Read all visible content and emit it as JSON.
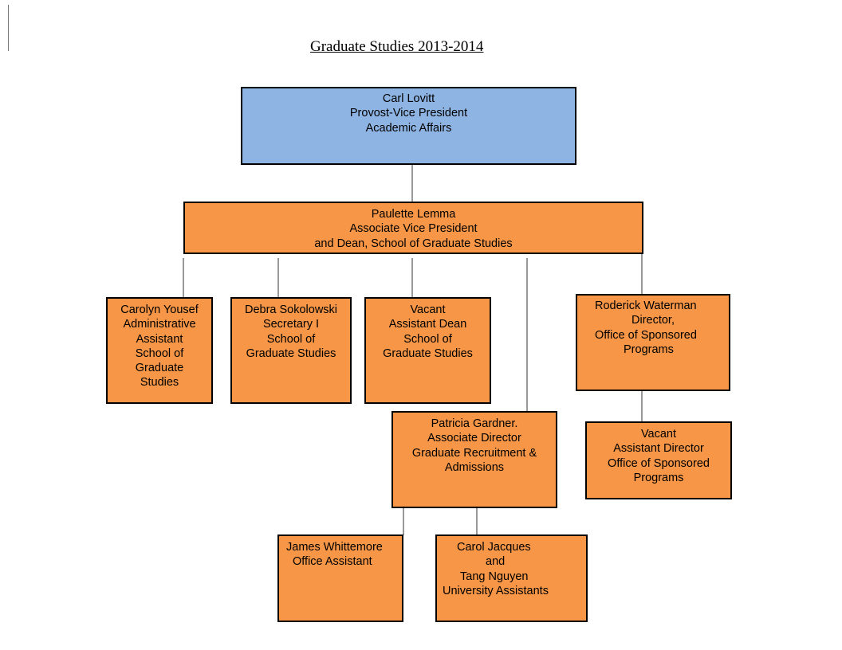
{
  "title": "Graduate Studies 2013-2014",
  "colors": {
    "executive": "#8eb4e3",
    "staff": "#f79646",
    "border": "#000000",
    "connector": "#777777"
  },
  "nodes": {
    "lovitt": {
      "lines": [
        "Carl Lovitt",
        "Provost-Vice President",
        "Academic Affairs"
      ]
    },
    "lemma": {
      "lines": [
        "Paulette Lemma",
        "Associate Vice President",
        "and Dean, School of Graduate Studies"
      ]
    },
    "yousef": {
      "lines": [
        "Carolyn Yousef",
        "Administrative",
        "Assistant",
        "School of",
        "Graduate",
        "Studies"
      ]
    },
    "sokolowski": {
      "lines": [
        "Debra Sokolowski",
        "Secretary I",
        "School of",
        "Graduate Studies"
      ]
    },
    "asst_dean": {
      "lines": [
        "Vacant",
        "Assistant Dean",
        "School of",
        "Graduate Studies"
      ]
    },
    "waterman": {
      "lines": [
        "Roderick Waterman",
        "Director,",
        "Office of Sponsored",
        "Programs"
      ]
    },
    "gardner": {
      "lines": [
        "Patricia Gardner.",
        "Associate Director",
        "Graduate Recruitment &",
        "Admissions"
      ]
    },
    "asst_dir": {
      "lines": [
        "Vacant",
        "Assistant Director",
        "Office of Sponsored",
        "Programs"
      ]
    },
    "whittemore": {
      "lines": [
        "James Whittemore",
        "Office Assistant"
      ]
    },
    "jacques": {
      "lines": [
        "Carol Jacques",
        "and",
        "Tang  Nguyen",
        "University Assistants"
      ]
    }
  }
}
